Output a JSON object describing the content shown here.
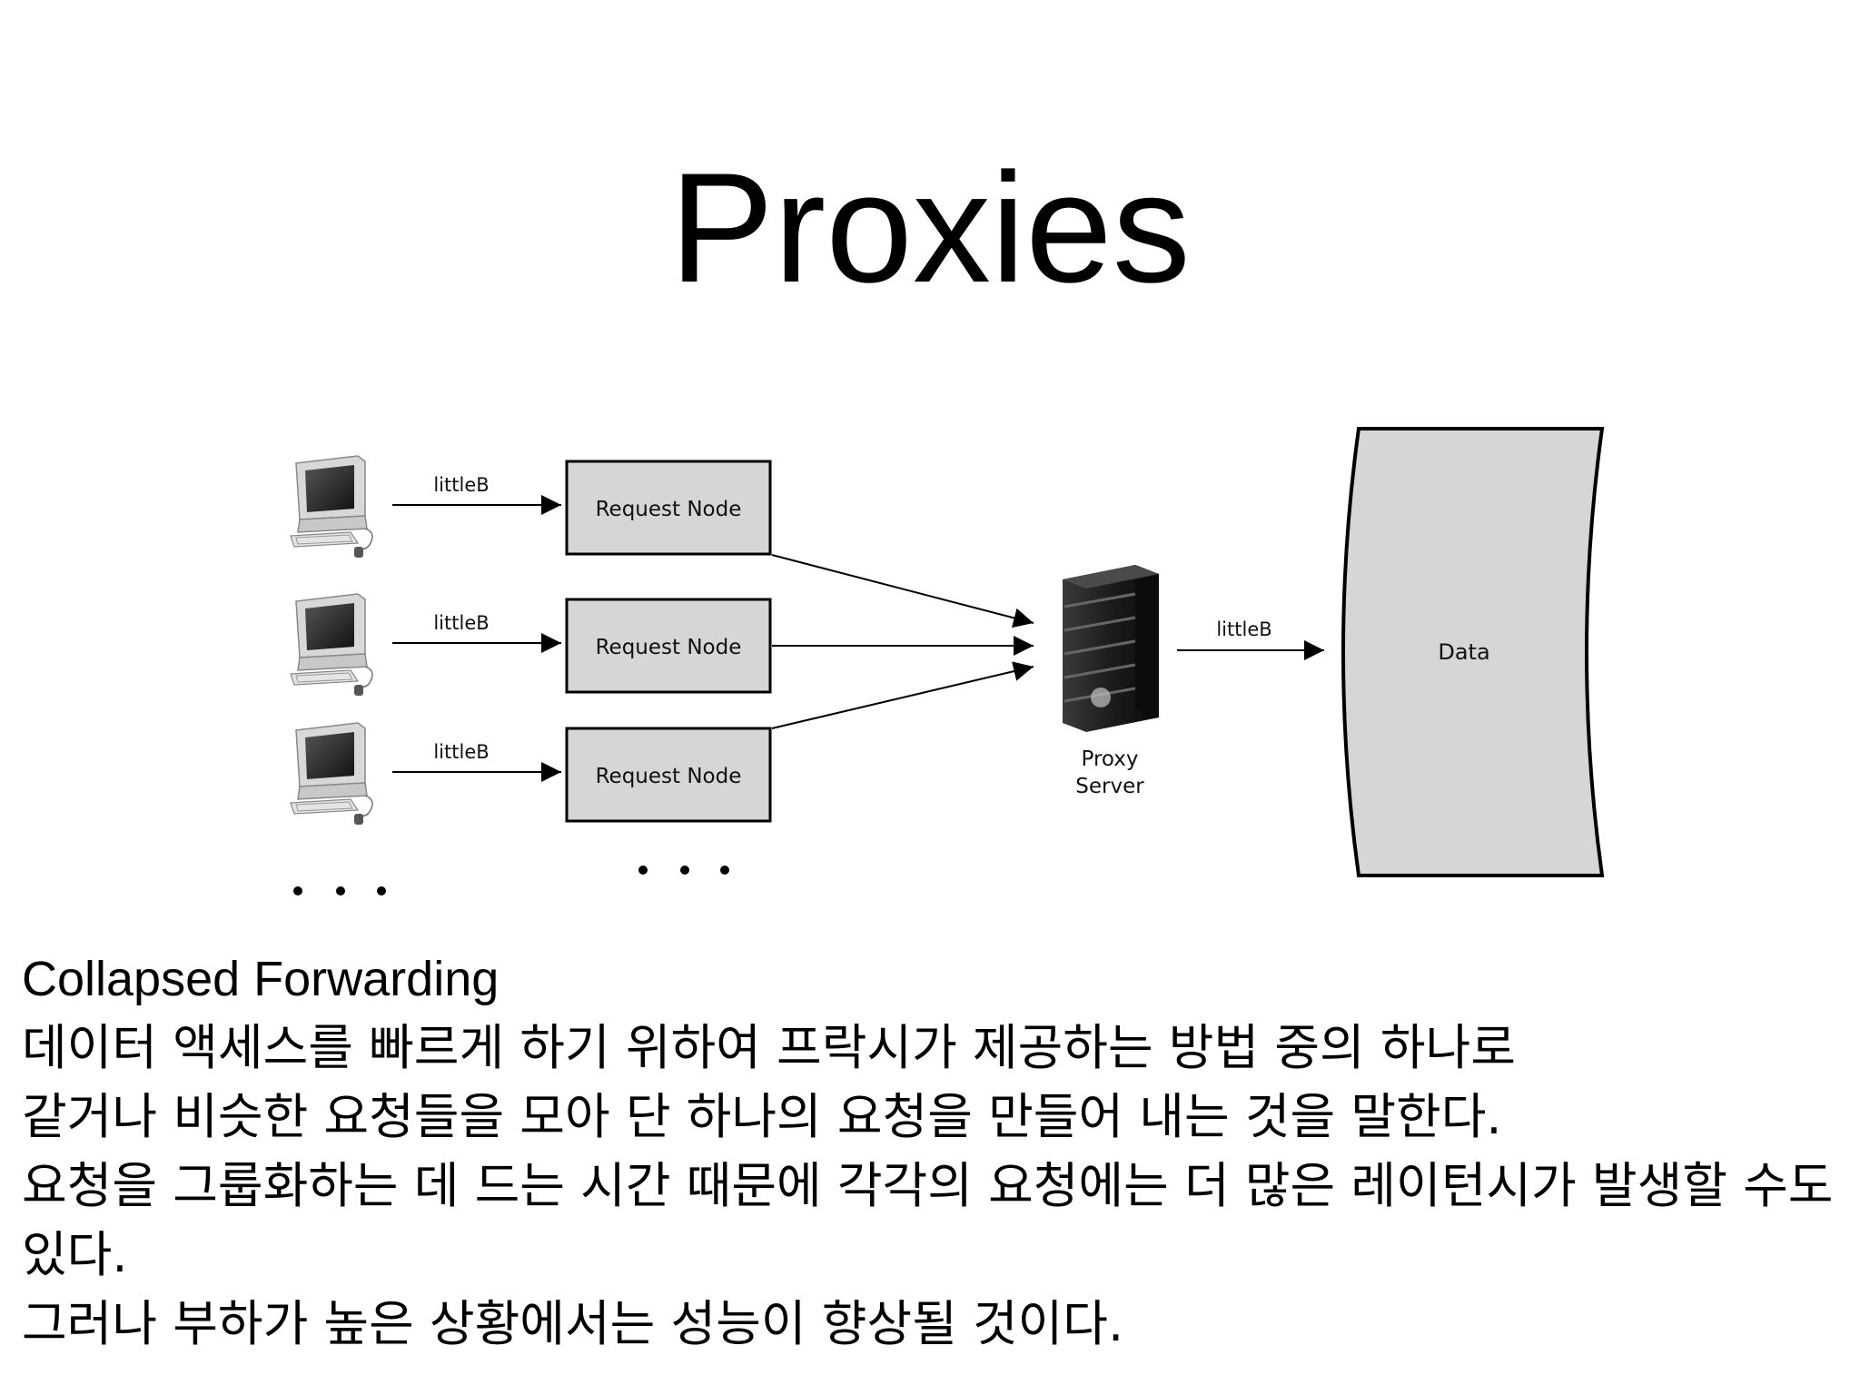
{
  "slide": {
    "title": "Proxies",
    "subtitle": "Collapsed Forwarding",
    "lines": [
      "데이터 액세스를 빠르게 하기 위하여 프락시가 제공하는 방법 중의 하나로",
      "같거나 비슷한 요청들을 모아 단 하나의 요청을 만들어 내는 것을 말한다.",
      "요청을 그룹화하는 데 드는 시간 때문에 각각의 요청에는 더 많은 레이턴시가 발생할 수도 있다.",
      "그러나 부하가 높은 상황에서는 성능이 향상될 것이다."
    ]
  },
  "diagram": {
    "client_edge_label": "littleB",
    "request_node_label": "Request Node",
    "proxy_label_line1": "Proxy",
    "proxy_label_line2": "Server",
    "proxy_edge_label": "littleB",
    "data_label": "Data",
    "icons": [
      "computer-icon",
      "proxy-server-icon",
      "ellipsis-icon"
    ]
  }
}
